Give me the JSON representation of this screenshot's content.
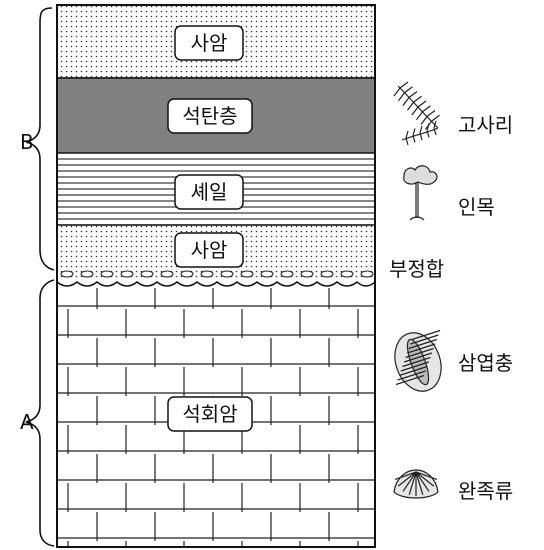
{
  "layers": {
    "sandstone_top": "사암",
    "coal": "석탄층",
    "shale": "셰일",
    "sandstone_bottom": "사암",
    "limestone": "석회암"
  },
  "fossils": {
    "fern": "고사리",
    "tree": "인목",
    "trilobite": "삼엽충",
    "brachiopod": "완족류"
  },
  "unconformity": "부정합",
  "brackets": {
    "upper": "B",
    "lower": "A"
  },
  "colors": {
    "coal_fill": "#808080",
    "outline": "#111111",
    "background": "#ffffff"
  }
}
